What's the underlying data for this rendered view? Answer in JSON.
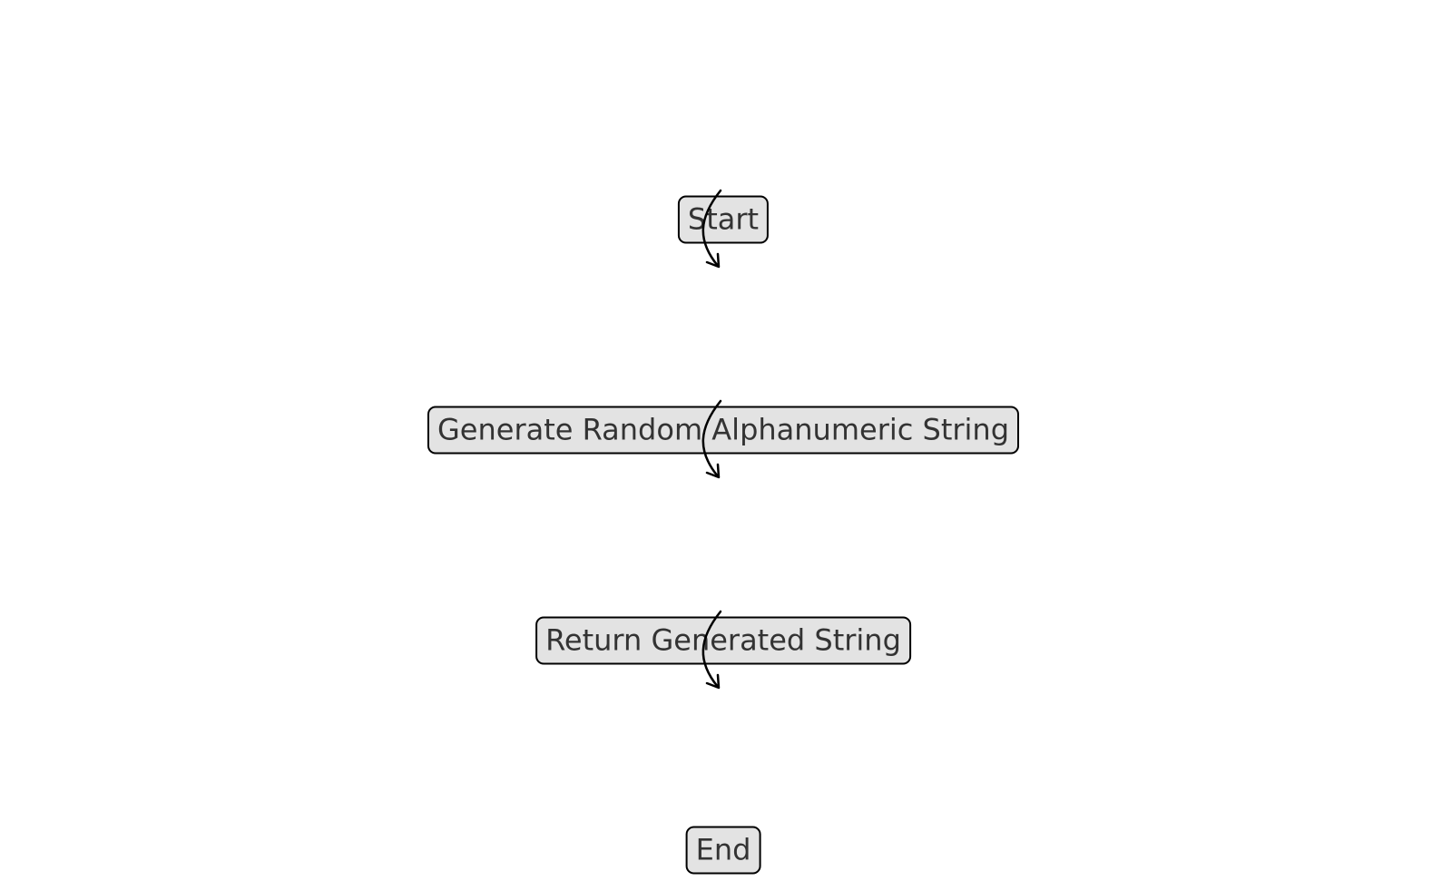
{
  "diagram": {
    "type": "flowchart",
    "nodes": [
      {
        "id": "start",
        "label": "Start"
      },
      {
        "id": "generate",
        "label": "Generate Random Alphanumeric String"
      },
      {
        "id": "return",
        "label": "Return Generated String"
      },
      {
        "id": "end",
        "label": "End"
      }
    ],
    "edges": [
      {
        "from": "start",
        "to": "generate"
      },
      {
        "from": "generate",
        "to": "return"
      },
      {
        "from": "return",
        "to": "end"
      }
    ],
    "colors": {
      "node_fill": "#e3e3e3",
      "node_border": "#000000",
      "text": "#333333",
      "edge": "#000000",
      "background": "#ffffff"
    }
  }
}
